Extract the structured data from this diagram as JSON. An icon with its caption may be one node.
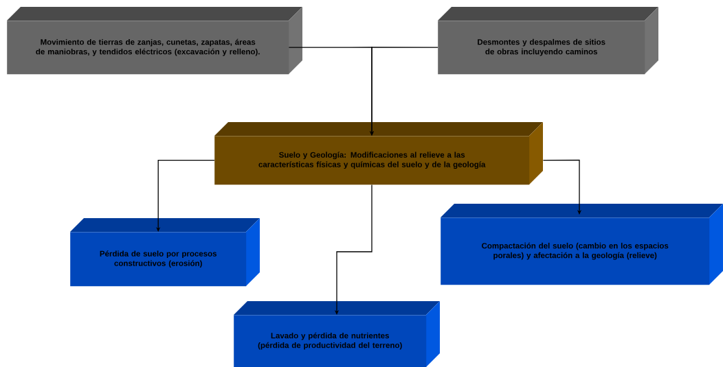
{
  "diagram": {
    "nodes": [
      {
        "text": [
          "Movimiento de tierras de zanjas, cunetas, zapatas, áreas de maniobras, y tendidos eléctricos (excavación y relleno)."
        ]
      },
      {
        "text": [
          "Desmontes y despalmes de sitios de obras incluyendo caminos"
        ]
      },
      {
        "text": [
          "Suelo y Geología: Modificaciones al relieve a las características físicas y químicas del suelo y de la geología"
        ]
      },
      {
        "text": [
          "Pérdida de suelo por procesos constructivos (erosión)"
        ]
      },
      {
        "text": [
          "Compactación del suelo (cambio en los espacios porales) y afectación a la geología (relieve)"
        ]
      },
      {
        "text": [
          "Lavado y pérdida de nutrientes (pérdida de productividad del terreno)"
        ]
      }
    ],
    "edges": [
      {
        "from": 0,
        "to": 2,
        "arrow": "to"
      },
      {
        "from": 1,
        "to": 2,
        "arrow": "to"
      },
      {
        "from": 2,
        "to": 3,
        "arrow": "to"
      },
      {
        "from": 2,
        "to": 4,
        "arrow": "to"
      },
      {
        "from": 2,
        "to": 5,
        "arrow": "to"
      }
    ]
  }
}
